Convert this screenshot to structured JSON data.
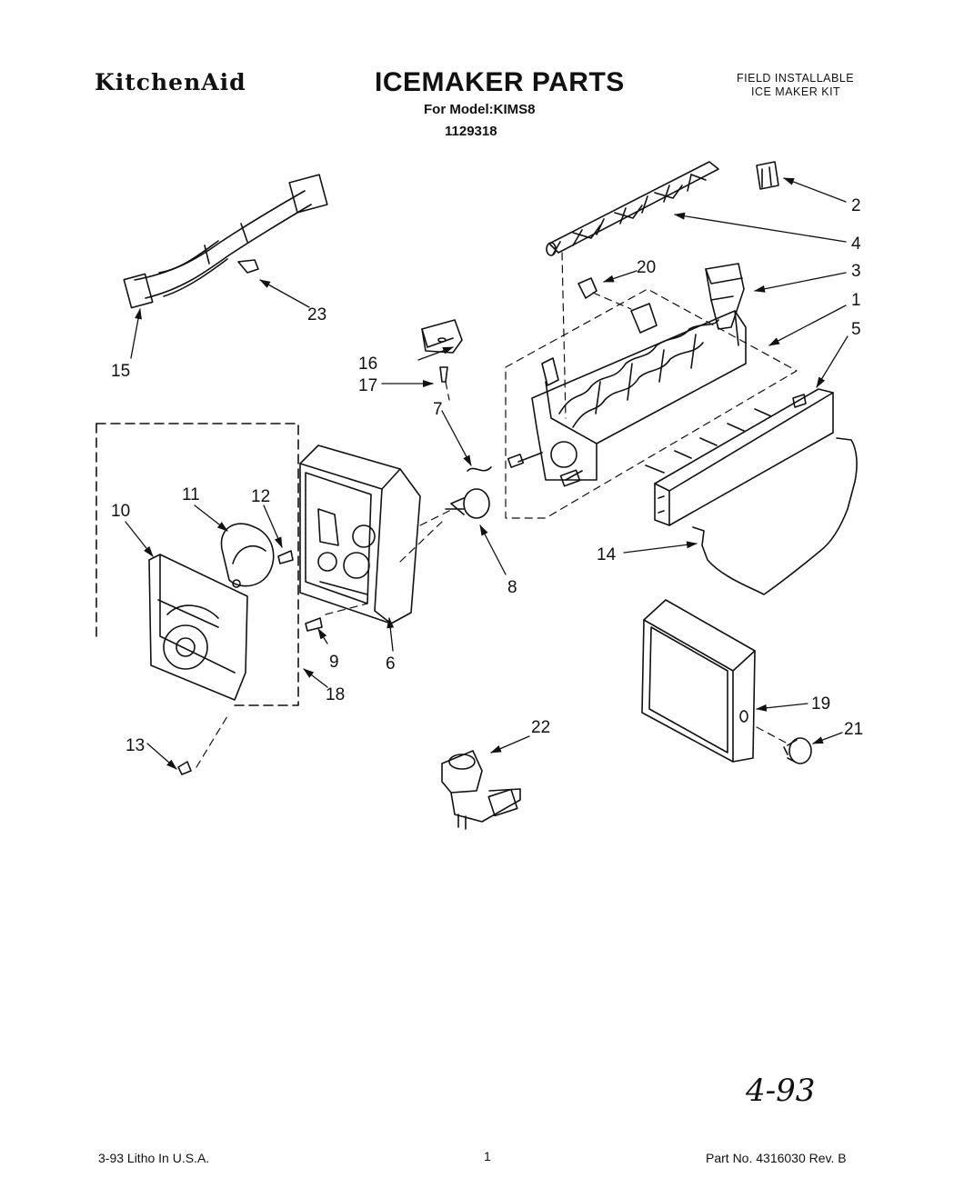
{
  "header": {
    "brand": "KitchenAid",
    "title": "ICEMAKER PARTS",
    "model": "For Model:KIMS8",
    "number": "1129318",
    "kit_line1": "FIELD INSTALLABLE",
    "kit_line2": "ICE MAKER KIT"
  },
  "handwritten": "4-93",
  "footer": {
    "left": "3-93 Litho In U.S.A.",
    "page": "1",
    "right": "Part No. 4316030 Rev. B"
  },
  "callouts": {
    "c1": "1",
    "c2": "2",
    "c3": "3",
    "c4": "4",
    "c5": "5",
    "c6": "6",
    "c7": "7",
    "c8": "8",
    "c9": "9",
    "c10": "10",
    "c11": "11",
    "c12": "12",
    "c13": "13",
    "c14": "14",
    "c15": "15",
    "c16": "16",
    "c17": "17",
    "c18": "18",
    "c19": "19",
    "c20": "20",
    "c21": "21",
    "c22": "22",
    "c23": "23"
  }
}
